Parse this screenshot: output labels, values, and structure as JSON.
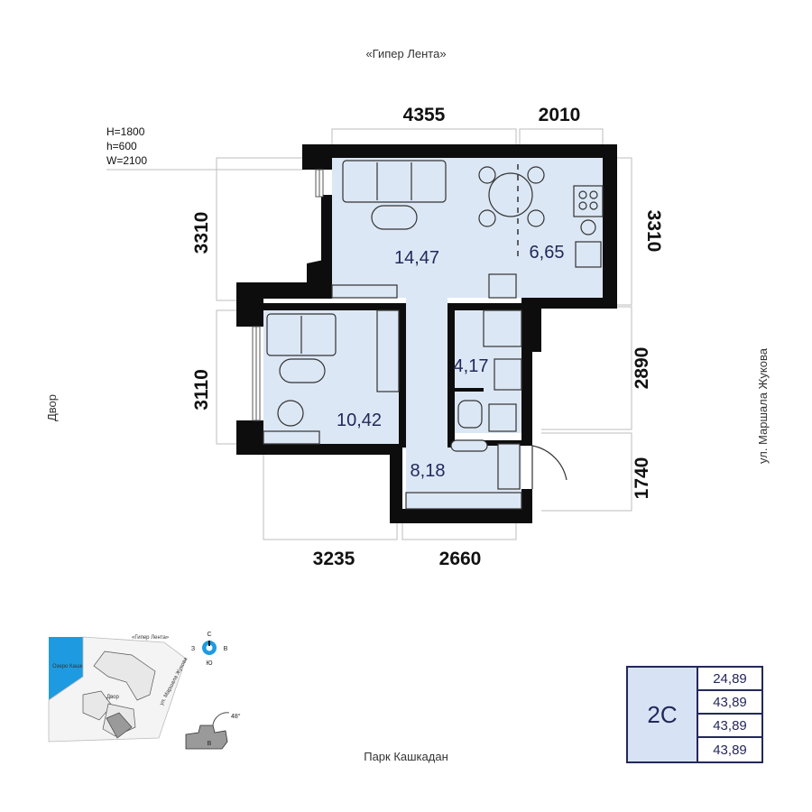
{
  "streets": {
    "top": "«Гипер Лента»",
    "bottom": "Парк Кашкадан",
    "left": "Двор",
    "right": "ул. Маршала Жукова"
  },
  "window_spec": [
    "H=1800",
    "h=600",
    "W=2100"
  ],
  "dimensions": {
    "top_left": "4355",
    "top_right": "2010",
    "left_upper": "3310",
    "left_lower": "3110",
    "right_upper": "3310",
    "right_middle": "2890",
    "right_lower": "1740",
    "bottom_left": "3235",
    "bottom_right": "2660"
  },
  "rooms": {
    "living": "14,47",
    "kitchen": "6,65",
    "bedroom": "10,42",
    "bathroom": "4,17",
    "hall": "8,18"
  },
  "minimap": {
    "lake": "Озеро Кашкадан",
    "top_label": "«Гипер Лента»",
    "yard": "Двор",
    "street": "ул. Маршала Жукова",
    "compass": {
      "n": "С",
      "s": "Ю",
      "w": "З",
      "e": "В"
    },
    "angle": "48°",
    "section": "В"
  },
  "apartment": {
    "type": "2С",
    "areas": [
      "24,89",
      "43,89",
      "43,89",
      "43,89"
    ]
  },
  "colors": {
    "room_fill": "#dce7f5",
    "wall": "#0d0d0d",
    "accent": "#23285a",
    "compass": "#1e9be0",
    "lake": "#1e9be0"
  }
}
